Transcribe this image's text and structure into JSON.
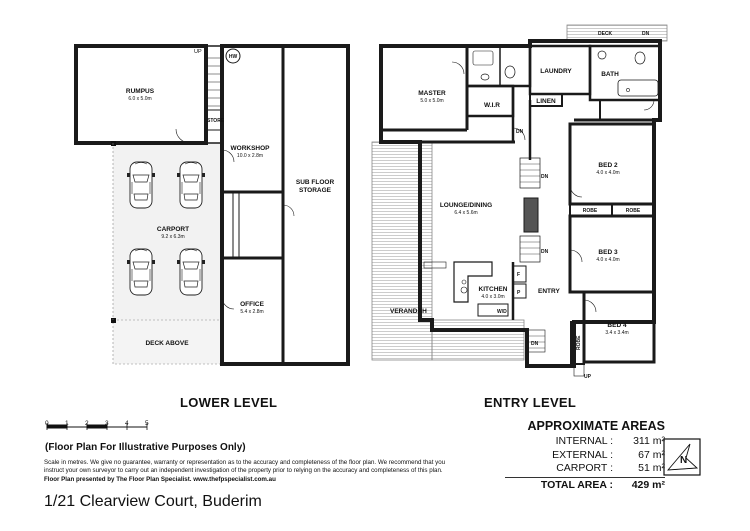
{
  "lower": {
    "title": "LOWER LEVEL",
    "rooms": {
      "rumpus": {
        "name": "RUMPUS",
        "dim": "6.0 x 5.0m"
      },
      "workshop": {
        "name": "WORKSHOP",
        "dim": "10.0 x 2.8m"
      },
      "carport": {
        "name": "CARPORT",
        "dim": "9.2 x 6.3m"
      },
      "office": {
        "name": "OFFICE",
        "dim": "5.4 x 2.8m"
      },
      "storage": {
        "line1": "SUB FLOOR",
        "line2": "STORAGE"
      },
      "deck_above": "DECK ABOVE",
      "store": "STORE",
      "hw": "HW",
      "up": "UP"
    }
  },
  "entry": {
    "title": "ENTRY LEVEL",
    "rooms": {
      "master": {
        "name": "MASTER",
        "dim": "5.0 x 5.0m"
      },
      "wir": "W.I.R",
      "laundry": "LAUNDRY",
      "linen": "LINEN",
      "bath": "BATH",
      "deck": "DECK",
      "bed2": {
        "name": "BED 2",
        "dim": "4.0 x 4.0m"
      },
      "bed3": {
        "name": "BED 3",
        "dim": "4.0 x 4.0m"
      },
      "bed4": {
        "name": "BED 4",
        "dim": "3.4 x 3.4m"
      },
      "robe": "ROBE",
      "lounge": {
        "name": "LOUNGE/DINING",
        "dim": "6.4 x 5.6m"
      },
      "kitchen": {
        "name": "KITCHEN",
        "dim": "4.0 x 3.0m"
      },
      "verandah": "VERANDAH",
      "entry": "ENTRY",
      "dn": "DN",
      "up": "UP",
      "f": "F",
      "p": "P",
      "wd": "W/D"
    }
  },
  "scale": {
    "ticks": [
      "0",
      "1",
      "2",
      "3",
      "4",
      "5"
    ]
  },
  "illustrative": "(Floor Plan For Illustrative Purposes Only)",
  "disclaimer": {
    "text": "Scale in metres. We give no guarantee, warranty or representation as to the accuracy and completeness of the floor plan. We recommend that you instruct your own surveyor to carry out an independent investigation of the property prior to relying on the accuracy and completeness of this plan.",
    "bold": "Floor Plan presented by The Floor Plan Specialist. www.thefpspecialist.com.au"
  },
  "areas": {
    "title": "APPROXIMATE AREAS",
    "rows": [
      {
        "label": "INTERNAL :",
        "value": "311 m²"
      },
      {
        "label": "EXTERNAL :",
        "value": "67 m²"
      },
      {
        "label": "CARPORT :",
        "value": "51 m²"
      }
    ],
    "total": {
      "label": "TOTAL AREA :",
      "value": "429 m²"
    }
  },
  "compass": "N",
  "address": "1/21 Clearview Court, Buderim"
}
